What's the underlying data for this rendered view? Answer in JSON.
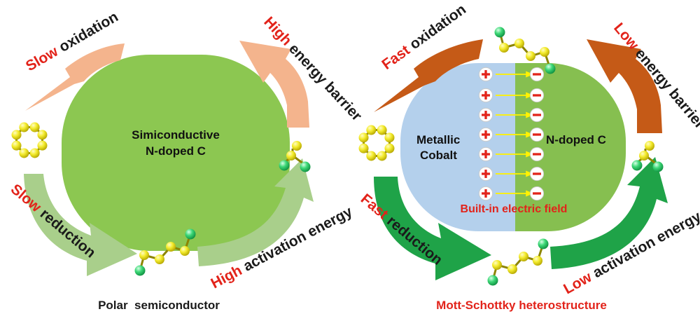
{
  "colors": {
    "left_center": "#8cc751",
    "right_metal": "#b4d0ec",
    "right_carbon": "#86bf50",
    "slow_oxidation_arrow": "#f4b48d",
    "slow_reduction_arrow": "#a9cf8b",
    "fast_oxidation_arrow": "#c55a17",
    "fast_reduction_arrow": "#1fa348",
    "sulfur": "#f1ea2b",
    "lithium": "#39d673",
    "emphasis": "#e2231a",
    "field_arrow": "#fff200"
  },
  "left_panel": {
    "center_line1": "Simiconductive",
    "center_line2": "N-doped C",
    "top_left": {
      "emph": "Slow",
      "rest": " oxidation"
    },
    "top_right": {
      "emph": "High",
      "rest": " energy barrier"
    },
    "bottom_left": {
      "emph": "Slow",
      "rest": " reduction"
    },
    "bottom_right": {
      "emph": "High",
      "rest": " activation energy"
    },
    "caption": "Polar  semiconductor"
  },
  "right_panel": {
    "metal_line1": "Metallic",
    "metal_line2": "Cobalt",
    "carbon_label": "N-doped C",
    "field_label": "Built-in electric field",
    "top_left": {
      "emph": "Fast",
      "rest": " oxidation"
    },
    "top_right": {
      "emph": "Low",
      "rest": " energy barrier"
    },
    "bottom_left": {
      "emph": "Fast",
      "rest": " reduction"
    },
    "bottom_right": {
      "emph": "Low",
      "rest": " activation energy"
    },
    "caption": "Mott-Schottky heterostructure"
  },
  "icons": {
    "s8_ring": "sulfur-ring-icon",
    "polysulfide": "polysulfide-chain-icon",
    "li2s": "li2s-molecule-icon",
    "positive_charge": "plus-charge-icon",
    "negative_charge": "minus-charge-icon"
  }
}
